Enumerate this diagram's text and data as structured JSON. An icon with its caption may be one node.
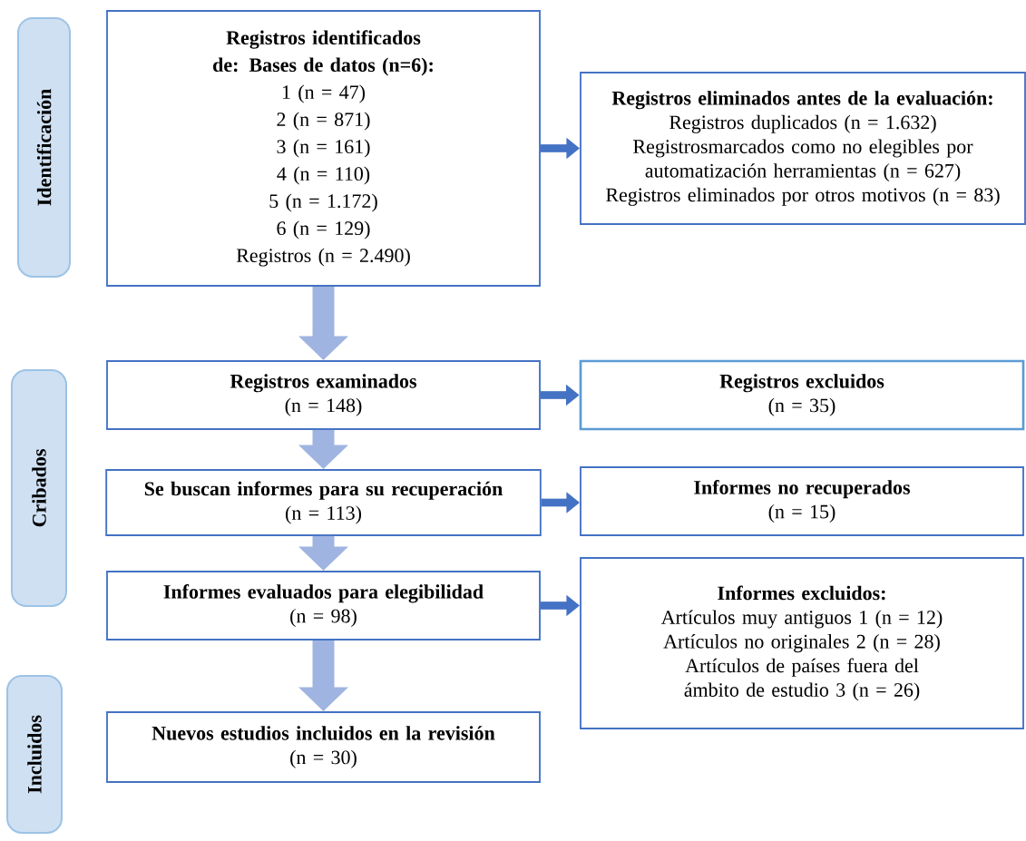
{
  "diagram": {
    "nodes": [
      {
        "text": [
          "Identificación"
        ]
      },
      {
        "text": [
          "Cribados"
        ]
      },
      {
        "text": [
          "Incluidos"
        ]
      },
      {
        "text": [
          "Registros identificados de: Bases de datos (n=6):",
          "1 (n = 47)",
          "2 (n = 871)",
          "3 (n = 161)",
          "4 (n = 110)",
          "5 (n = 1.172)",
          "6 (n = 129)",
          "Registros (n = 2.490)"
        ]
      },
      {
        "text": [
          "Registros eliminados antes de la evaluación:",
          "Registros duplicados (n = 1.632)",
          "Registrosmarcados como no elegibles por automatización herramientas (n = 627)",
          "Registros eliminados por otros motivos (n = 83)"
        ]
      },
      {
        "text": [
          "Registros examinados",
          "(n = 148)"
        ]
      },
      {
        "text": [
          "Registros excluidos",
          "(n = 35)"
        ]
      },
      {
        "text": [
          "Se buscan informes para su recuperación",
          "(n = 113)"
        ]
      },
      {
        "text": [
          "Informes no recuperados",
          "(n = 15)"
        ]
      },
      {
        "text": [
          "Informes evaluados para elegibilidad",
          "(n = 98)"
        ]
      },
      {
        "text": [
          "Informes excluidos:",
          "Artículos muy antiguos 1 (n = 12)",
          "Artículos no originales 2 (n = 28)",
          "Artículos de países fuera del ámbito de estudio 3 (n = 26)"
        ]
      },
      {
        "text": [
          "Nuevos estudios incluidos en la revisión",
          "(n = 30)"
        ]
      }
    ],
    "edges": [
      {
        "from": 3,
        "to": 4,
        "arrow": "to"
      },
      {
        "from": 3,
        "to": 5,
        "arrow": "to",
        "style": "thick",
        "color": "#9fb4e0"
      },
      {
        "from": 5,
        "to": 6,
        "arrow": "to"
      },
      {
        "from": 5,
        "to": 7,
        "arrow": "to",
        "style": "thick",
        "color": "#9fb4e0"
      },
      {
        "from": 7,
        "to": 8,
        "arrow": "to"
      },
      {
        "from": 7,
        "to": 9,
        "arrow": "to",
        "style": "thick",
        "color": "#9fb4e0"
      },
      {
        "from": 9,
        "to": 10,
        "arrow": "to"
      },
      {
        "from": 9,
        "to": 11,
        "arrow": "to",
        "style": "thick",
        "color": "#9fb4e0"
      }
    ]
  }
}
